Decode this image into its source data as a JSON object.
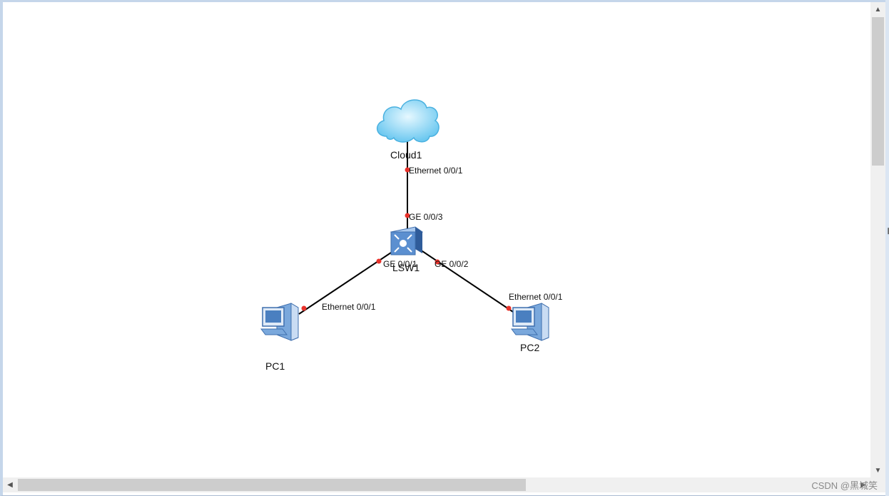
{
  "nodes": {
    "cloud1": {
      "label": "Cloud1"
    },
    "lsw1": {
      "label": "LSW1"
    },
    "pc1": {
      "label": "PC1"
    },
    "pc2": {
      "label": "PC2"
    }
  },
  "links": {
    "cloud_lsw": {
      "a_port": "Ethernet 0/0/1",
      "b_port": "GE 0/0/3"
    },
    "lsw_pc1": {
      "a_port": "GE 0/0/1",
      "b_port": "Ethernet 0/0/1"
    },
    "lsw_pc2": {
      "a_port": "GE 0/0/2",
      "b_port": "Ethernet 0/0/1"
    }
  },
  "colors": {
    "link": "#000000",
    "port_dot": "#e8322b",
    "cloud": "#8fd3f4",
    "switch": "#4a7fc0",
    "pc": "#6e9fd6"
  },
  "watermark": "CSDN @黑城笑"
}
